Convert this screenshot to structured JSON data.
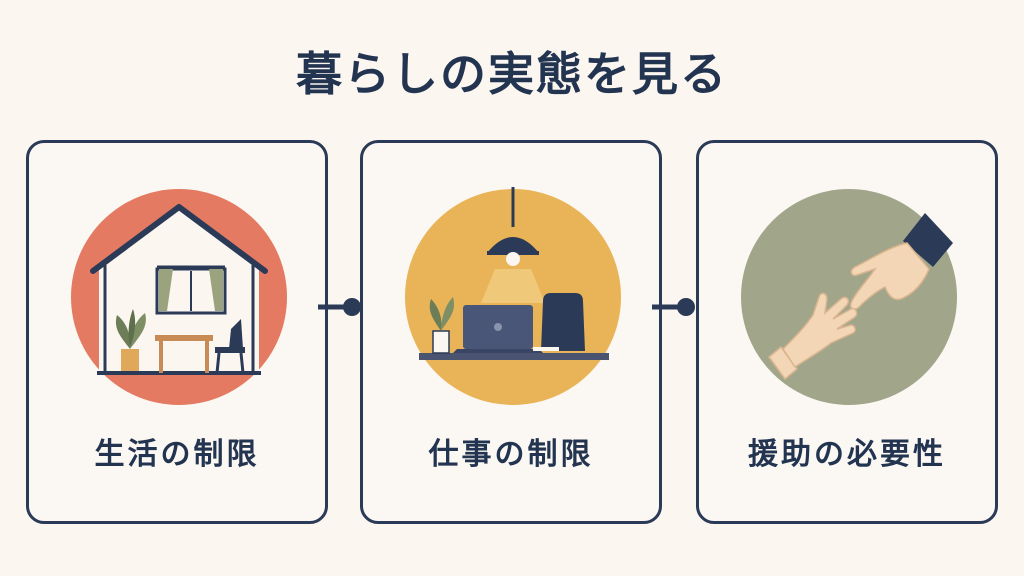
{
  "title": "暮らしの実態を見る",
  "cards": [
    {
      "label": "生活の制限",
      "icon": "house-interior-icon",
      "circle_color": "#e47a61"
    },
    {
      "label": "仕事の制限",
      "icon": "desk-work-icon",
      "circle_color": "#e9b458"
    },
    {
      "label": "援助の必要性",
      "icon": "helping-hands-icon",
      "circle_color": "#a1a68b"
    }
  ],
  "colors": {
    "text": "#233451",
    "border": "#2b3b57",
    "background": "#fbf6f0"
  }
}
